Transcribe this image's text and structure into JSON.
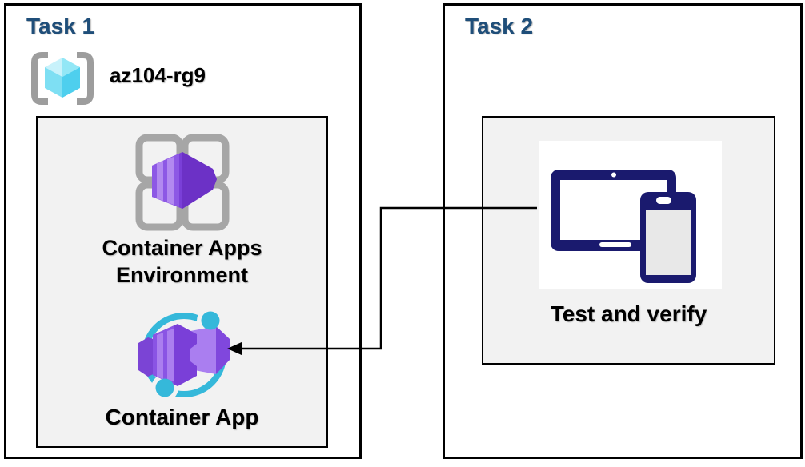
{
  "task1": {
    "title": "Task 1",
    "resource_group_name": "az104-rg9",
    "environment": {
      "label_line1": "Container Apps",
      "label_line2": "Environment"
    },
    "app": {
      "label": "Container App"
    }
  },
  "task2": {
    "title": "Task 2",
    "verify": {
      "label": "Test and verify"
    }
  },
  "connector": {
    "from": "devices-icon",
    "to": "container-app-icon",
    "style": "elbow-arrow"
  },
  "colors": {
    "title_navy": "#1f4e79",
    "box_border": "#000000",
    "panel_bg": "#f2f2f2",
    "purple": "#7a3fd8",
    "purple_dark": "#6c31c6",
    "purple_light": "#ab7eef",
    "cyan": "#35b8da",
    "cube_cyan": "#93e7f6",
    "device_navy": "#1a1a6e",
    "grid_gray": "#a6a6a6",
    "bracket_gray": "#9d9d9d",
    "arrow": "#000000"
  }
}
